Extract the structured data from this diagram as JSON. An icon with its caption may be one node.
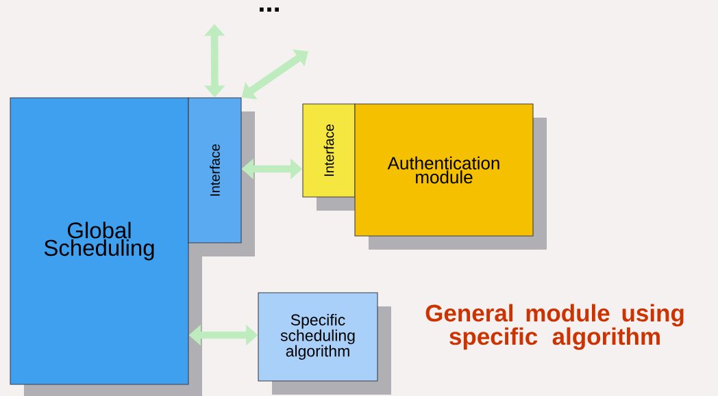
{
  "diagram": {
    "nodes": [
      {
        "text": [
          "Global Scheduling"
        ]
      },
      {
        "text": [
          "Interface"
        ]
      },
      {
        "text": [
          "Interface"
        ]
      },
      {
        "text": [
          "Authentication module"
        ]
      },
      {
        "text": [
          "Specific scheduling algorithm"
        ]
      }
    ],
    "edges": [
      {
        "from": 1,
        "to": null,
        "arrow": "both"
      },
      {
        "from": 1,
        "to": null,
        "arrow": "both"
      },
      {
        "from": 1,
        "to": 2,
        "arrow": "both"
      },
      {
        "from": 0,
        "to": 4,
        "arrow": "both"
      }
    ],
    "labels": [
      "...",
      "General module using specific algorithm"
    ]
  }
}
